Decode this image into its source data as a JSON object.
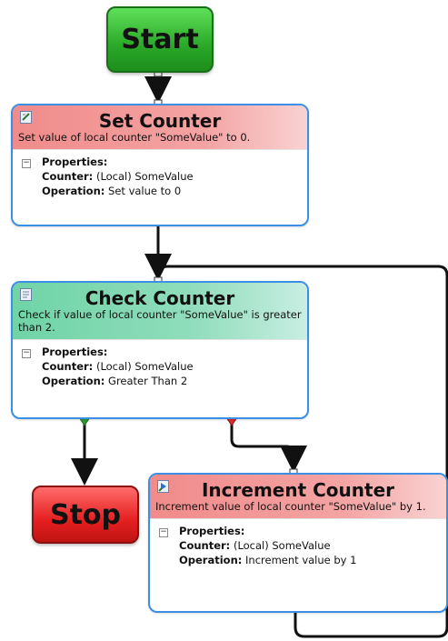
{
  "start": {
    "label": "Start"
  },
  "stop": {
    "label": "Stop"
  },
  "nodes": {
    "set_counter": {
      "title": "Set Counter",
      "description": "Set value of local counter \"SomeValue\" to 0.",
      "properties_label": "Properties:",
      "counter_key": "Counter:",
      "counter_value": "(Local) SomeValue",
      "operation_key": "Operation:",
      "operation_value": "Set value to 0",
      "icon": "set-counter-icon"
    },
    "check_counter": {
      "title": "Check Counter",
      "description": "Check if value of local counter \"SomeValue\" is greater than 2.",
      "properties_label": "Properties:",
      "counter_key": "Counter:",
      "counter_value": "(Local) SomeValue",
      "operation_key": "Operation:",
      "operation_value": "Greater Than 2",
      "icon": "check-counter-icon"
    },
    "increment_counter": {
      "title": "Increment Counter",
      "description": "Increment value of local counter \"SomeValue\" by 1.",
      "properties_label": "Properties:",
      "counter_key": "Counter:",
      "counter_value": "(Local) SomeValue",
      "operation_key": "Operation:",
      "operation_value": "Increment value by 1",
      "icon": "increment-counter-icon"
    }
  },
  "colors": {
    "node_border": "#3d8fe6",
    "true_port": "#2f9a2f",
    "false_port": "#e02b2b",
    "wire": "#111111"
  }
}
